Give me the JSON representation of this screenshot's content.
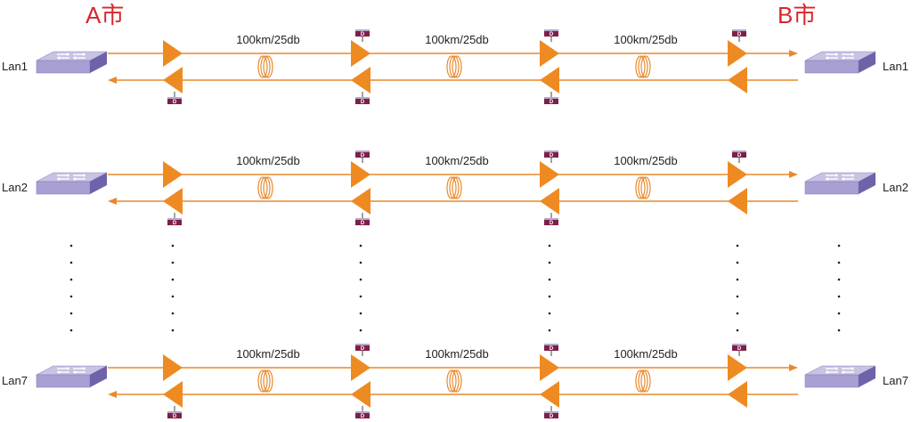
{
  "cities": {
    "left": "A市",
    "right": "B市"
  },
  "colors": {
    "fiber": "#e8892a",
    "amp": "#ee8a22",
    "city": "#d8262b",
    "dcm": "#7d1f4a",
    "switch_top": "#c9c3e3",
    "switch_front": "#a99fd2",
    "switch_side": "#6e62a8"
  },
  "icons": {
    "switch": "network-switch-icon",
    "amplifier": "optical-amplifier-icon",
    "fiber_coil": "fiber-coil-icon",
    "dcm": "dcm-module-icon"
  },
  "dcm_label": "D",
  "lanes": [
    {
      "left_label": "Lan1",
      "right_label": "Lan1"
    },
    {
      "left_label": "Lan2",
      "right_label": "Lan2"
    },
    {
      "left_label": "Lan7",
      "right_label": "Lan7"
    }
  ],
  "spans": [
    "100km/25db",
    "100km/25db",
    "100km/25db"
  ]
}
